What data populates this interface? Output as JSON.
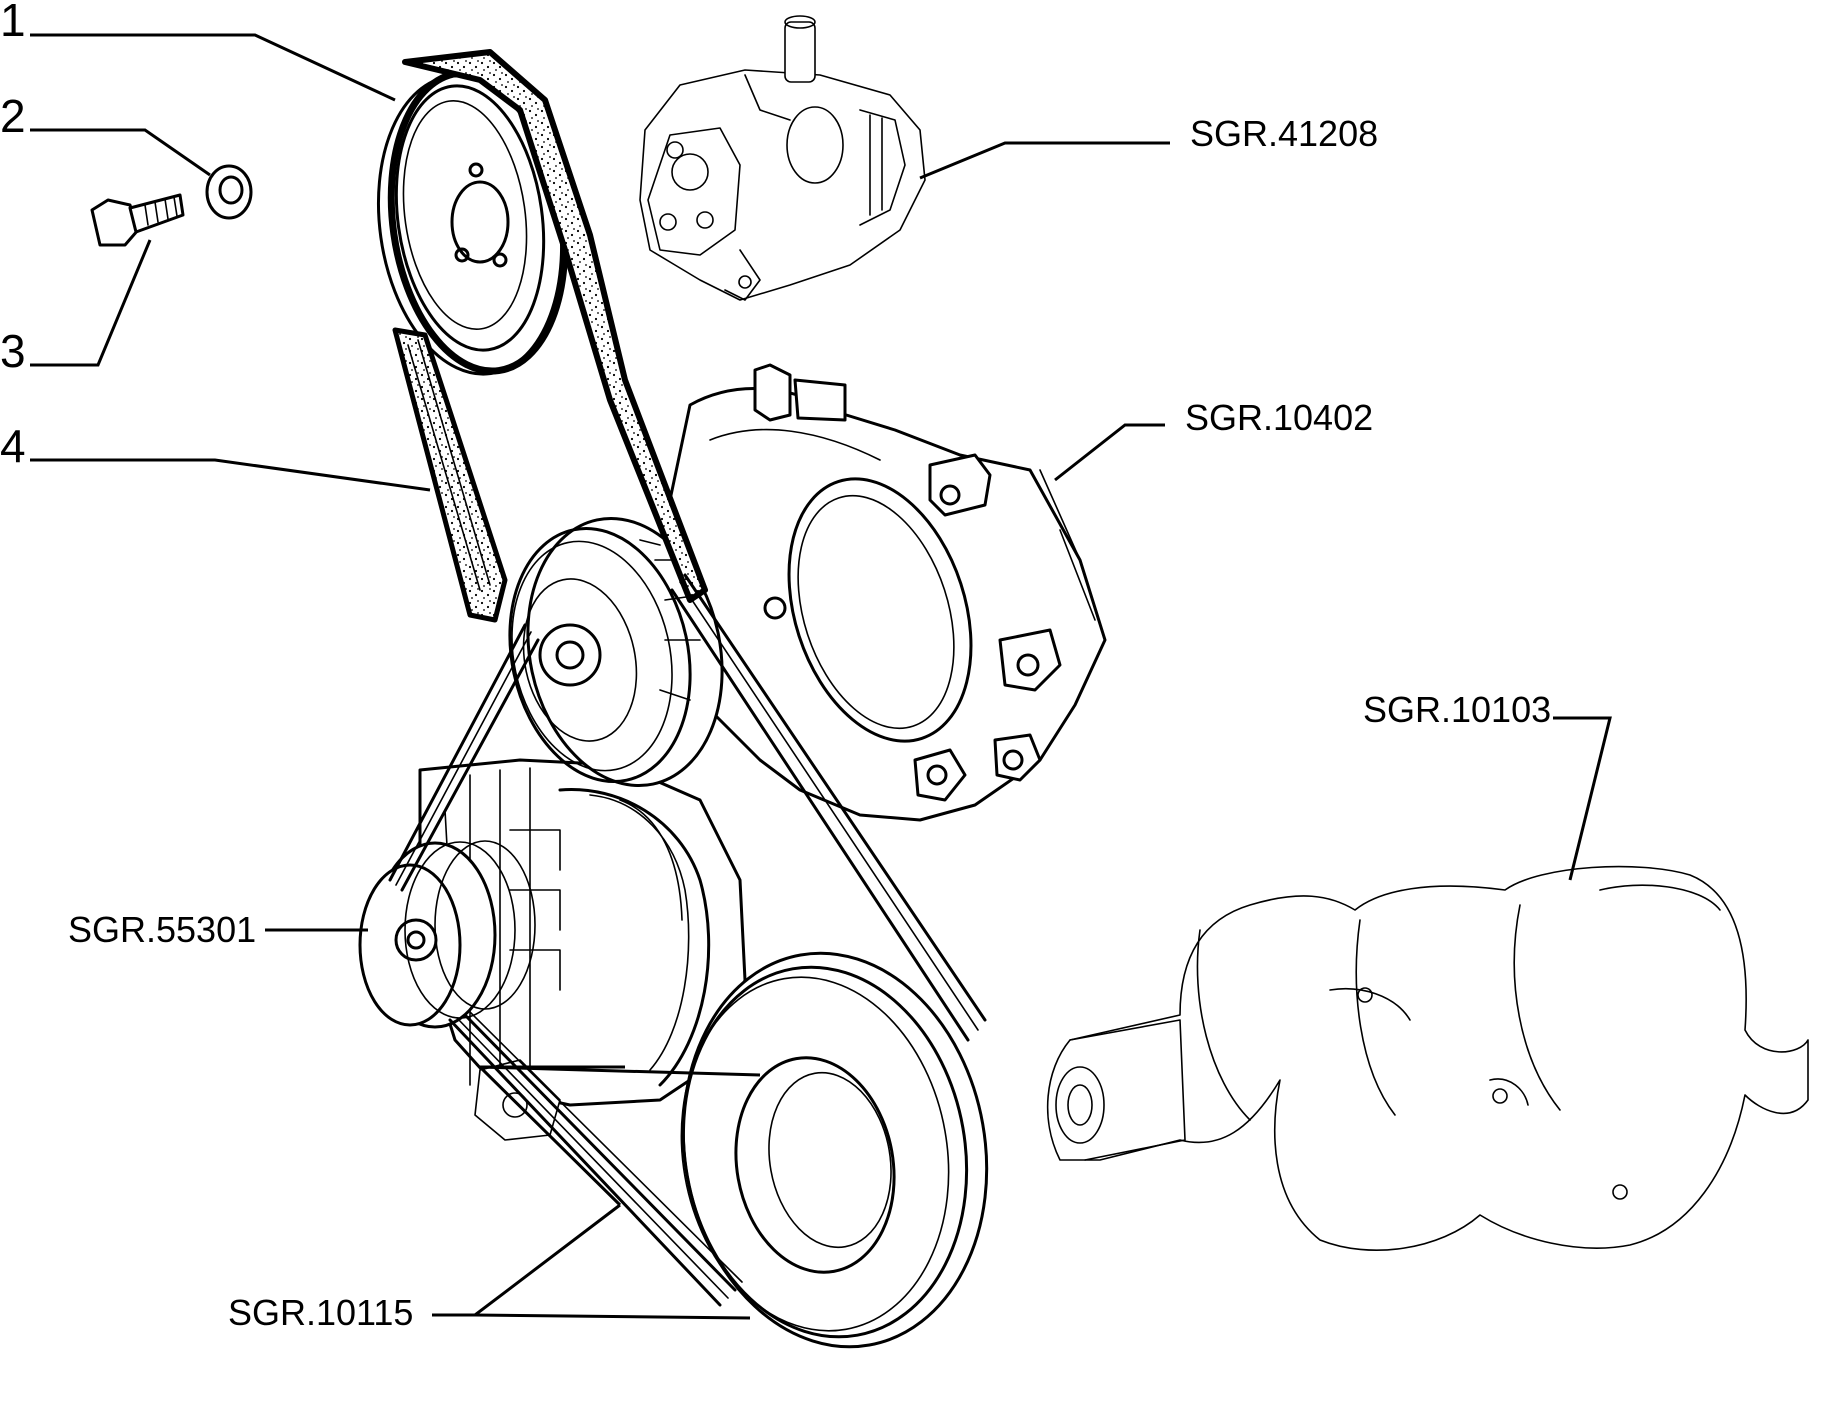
{
  "callouts": {
    "item_1": "1",
    "item_2": "2",
    "item_3": "3",
    "item_4": "4"
  },
  "references": {
    "power_steering_pump": "SGR.41208",
    "timing_cover": "SGR.10402",
    "crankshaft": "SGR.10103",
    "alternator": "SGR.55301",
    "crank_pulley": "SGR.10115"
  }
}
